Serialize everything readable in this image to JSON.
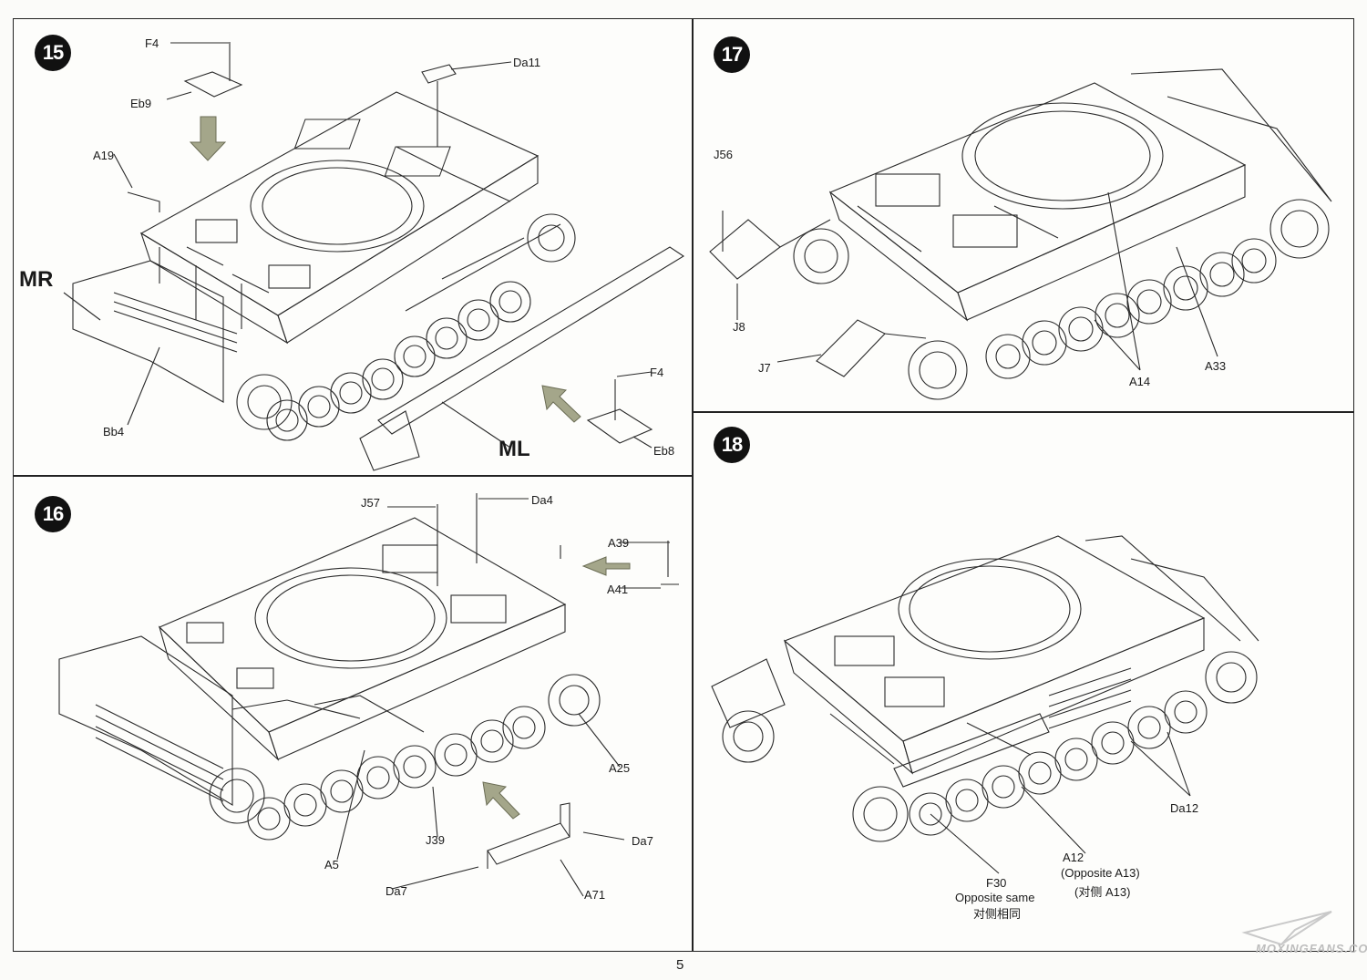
{
  "page_number": "5",
  "watermark_text": "MOXINGFANS.COM",
  "colors": {
    "arrow": "#a4a68a",
    "line": "#2a2a2a",
    "badge": "#111111"
  },
  "step15": {
    "number": "15",
    "labels": {
      "f4_top": "F4",
      "eb9": "Eb9",
      "da11": "Da11",
      "a19": "A19",
      "mr": "MR",
      "bb4": "Bb4",
      "ml": "ML",
      "f4_right": "F4",
      "eb8": "Eb8"
    }
  },
  "step16": {
    "number": "16",
    "labels": {
      "j57": "J57",
      "da4": "Da4",
      "a39": "A39",
      "a41": "A41",
      "a25": "A25",
      "j39": "J39",
      "a5": "A5",
      "da7_right": "Da7",
      "da7_left": "Da7",
      "a71": "A71"
    }
  },
  "step17": {
    "number": "17",
    "labels": {
      "j56": "J56",
      "j8": "J8",
      "j7": "J7",
      "a14": "A14",
      "a33": "A33"
    }
  },
  "step18": {
    "number": "18",
    "labels": {
      "da12": "Da12",
      "a12": "A12",
      "a12_opposite": "(Opposite A13)",
      "a12_cn": "(对侧 A13)",
      "f30": "F30",
      "f30_opposite": "Opposite same",
      "f30_cn": "对侧相同"
    }
  }
}
